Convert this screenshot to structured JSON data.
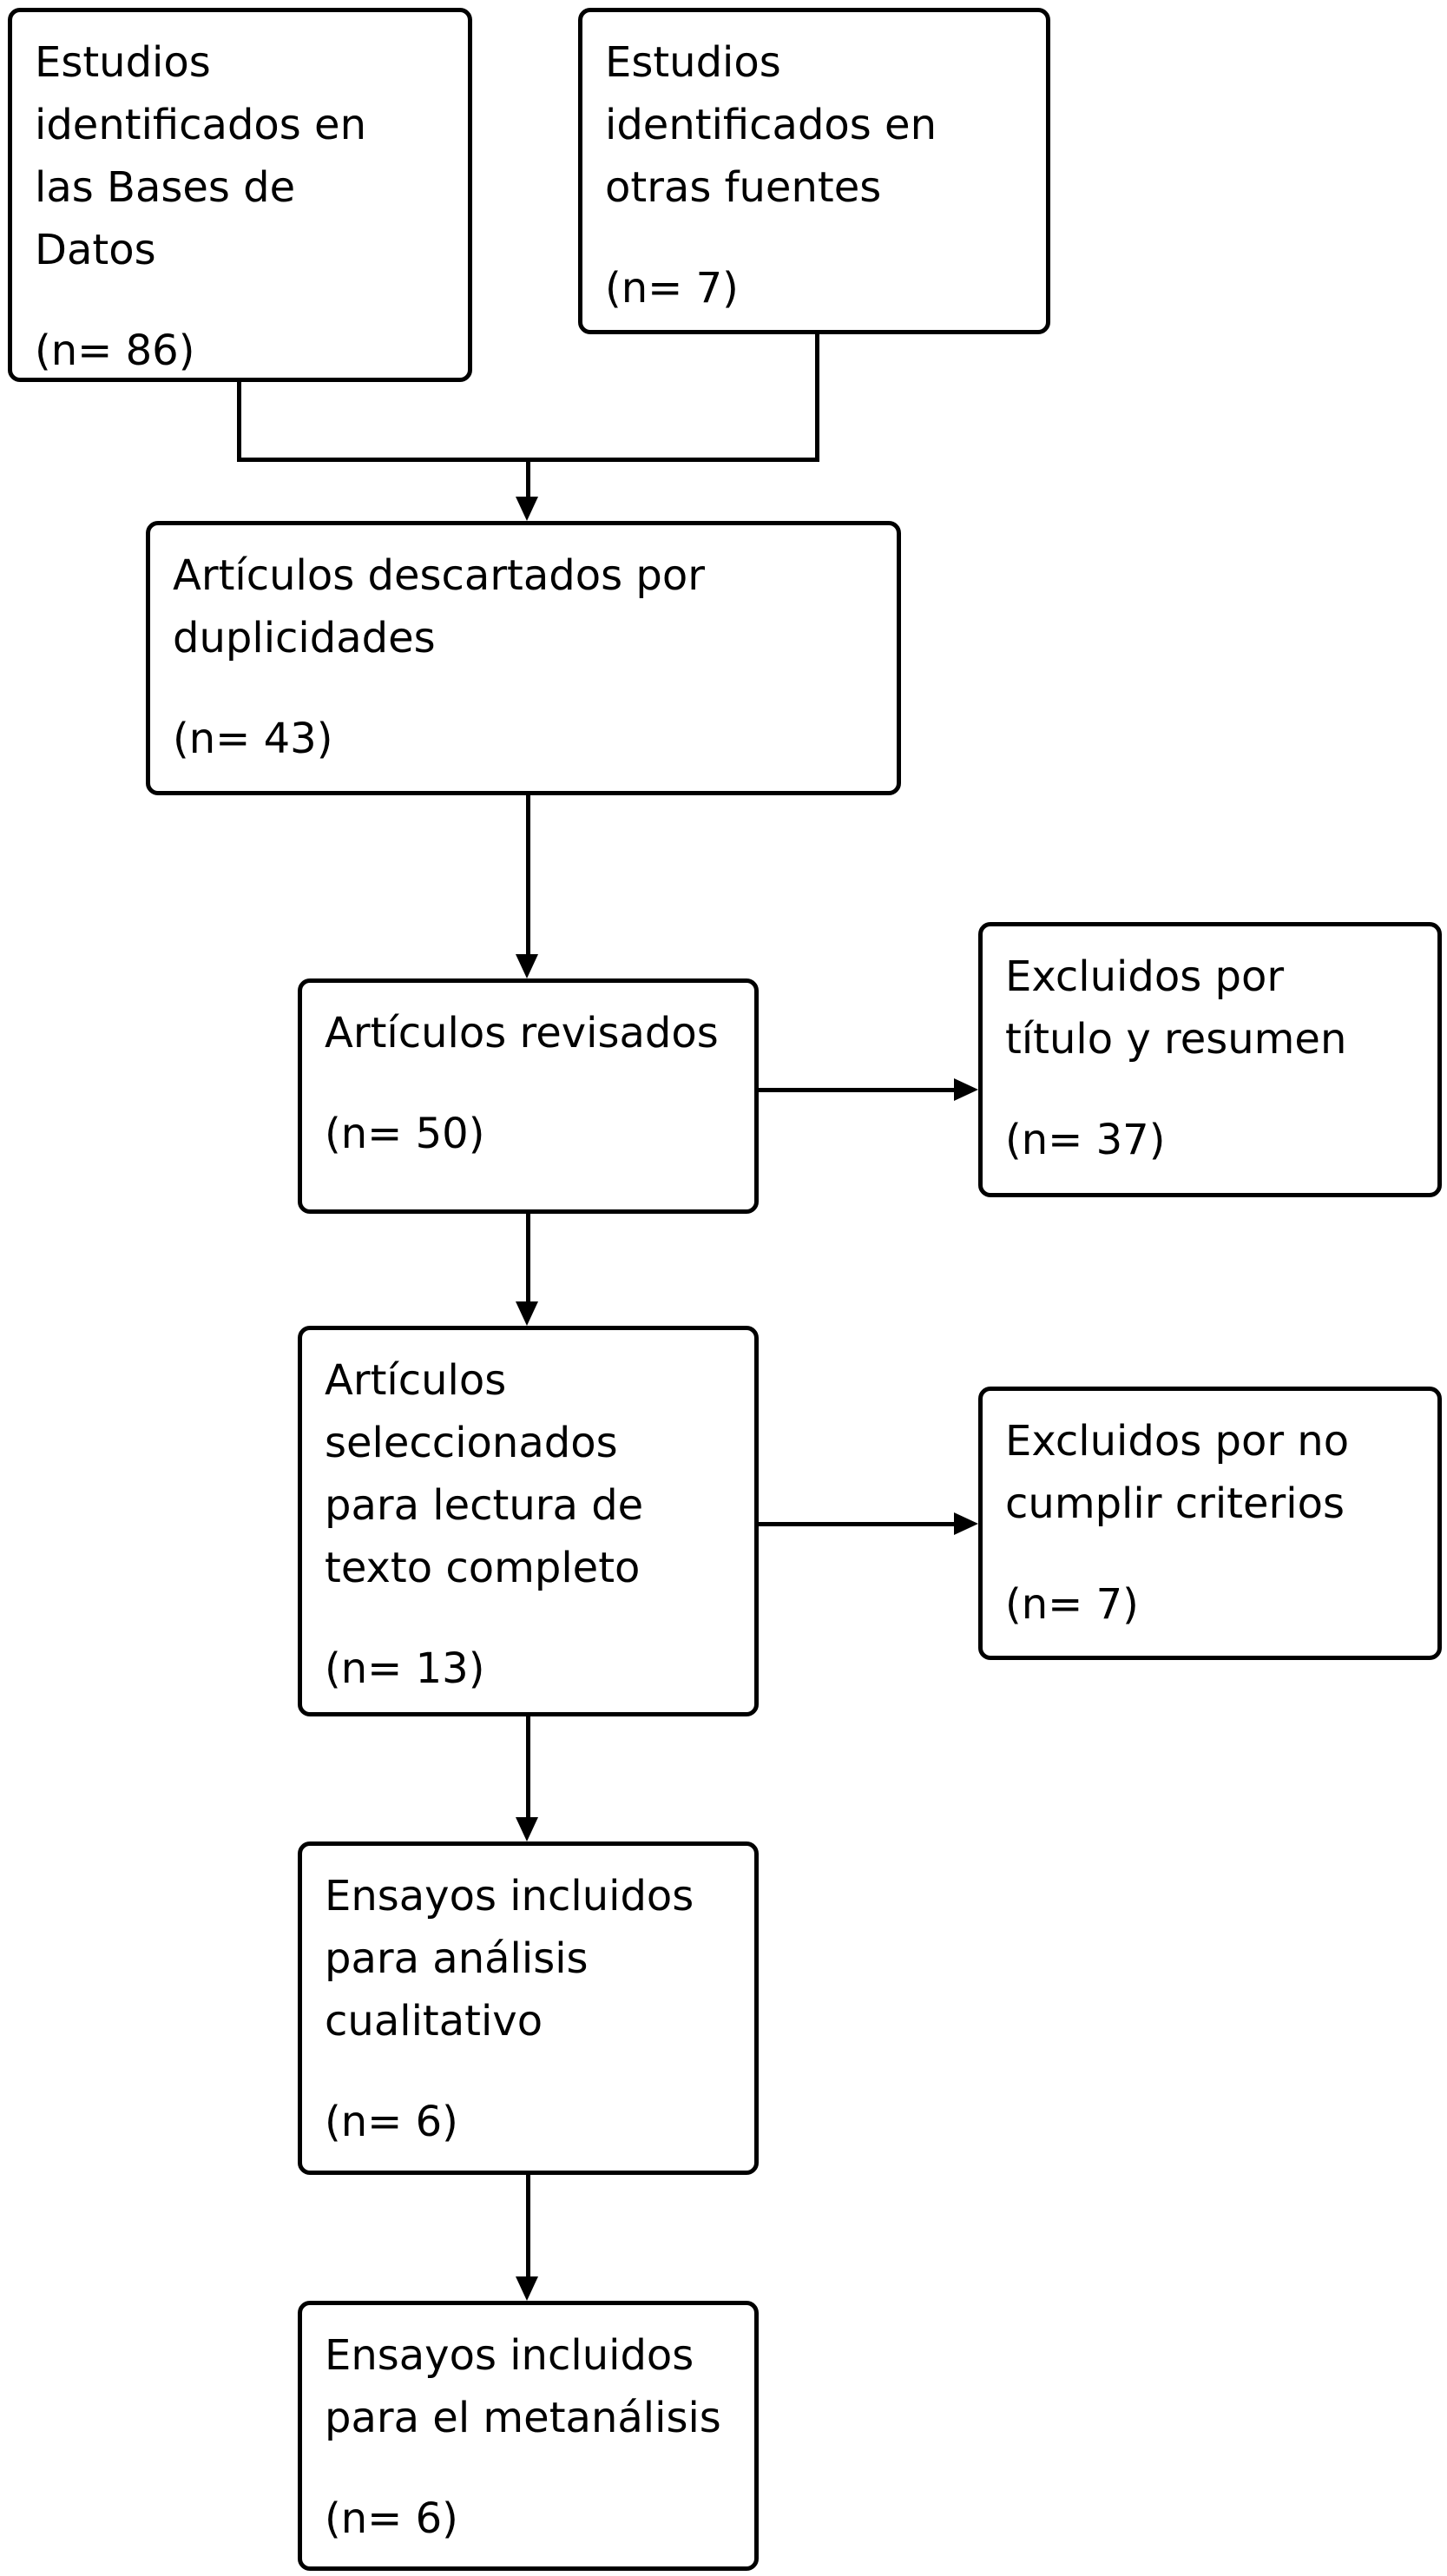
{
  "diagram": {
    "type": "flowchart",
    "language": "es",
    "colors": {
      "line": "#000000",
      "text": "#000000",
      "background": "#ffffff"
    },
    "boxes": [
      {
        "id": "studies-databases",
        "label": "Estudios\nidentificados en\nlas Bases de\nDatos",
        "n_label": "(n= 86)"
      },
      {
        "id": "studies-other",
        "label": "Estudios\nidentificados en\notras fuentes",
        "n_label": "(n= 7)"
      },
      {
        "id": "discarded-duplicates",
        "label": "Artículos descartados por\nduplicidades",
        "n_label": "(n= 43)"
      },
      {
        "id": "articles-reviewed",
        "label": "Artículos revisados",
        "n_label": "(n= 50)"
      },
      {
        "id": "excluded-title",
        "label": "Excluidos por\ntítulo y resumen",
        "n_label": "(n= 37)"
      },
      {
        "id": "selected-fulltext",
        "label": "Artículos\nseleccionados\npara lectura de\ntexto completo",
        "n_label": "(n= 13)"
      },
      {
        "id": "excluded-criteria",
        "label": "Excluidos por no\ncumplir criterios",
        "n_label": "(n= 7)"
      },
      {
        "id": "included-qualitative",
        "label": "Ensayos incluidos\npara análisis\ncualitativo",
        "n_label": "(n= 6)"
      },
      {
        "id": "included-meta",
        "label": "Ensayos incluidos\npara el metanálisis",
        "n_label": "(n= 6)"
      }
    ]
  }
}
